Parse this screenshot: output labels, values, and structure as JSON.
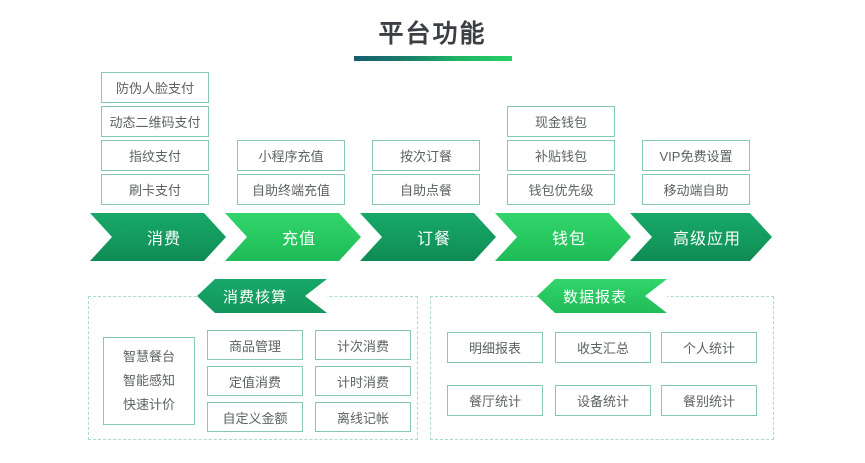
{
  "header": {
    "title": "平台功能",
    "underline_gradient_from": "#165d6e",
    "underline_gradient_to": "#26d165"
  },
  "theme": {
    "dark_green": "#139a5e",
    "light_green": "#27c85f",
    "box_border": "#86c9b0",
    "panel_border": "#a9ddc9",
    "box_text": "#5c6360"
  },
  "columns": [
    {
      "step": "消费",
      "step_tone": "dark",
      "features": [
        "防伪人脸支付",
        "动态二维码支付",
        "指纹支付",
        "刷卡支付"
      ]
    },
    {
      "step": "充值",
      "step_tone": "light",
      "features": [
        "小程序充值",
        "自助终端充值"
      ]
    },
    {
      "step": "订餐",
      "step_tone": "dark",
      "features": [
        "按次订餐",
        "自助点餐"
      ]
    },
    {
      "step": "钱包",
      "step_tone": "light",
      "features": [
        "现金钱包",
        "补贴钱包",
        "钱包优先级"
      ]
    },
    {
      "step": "高级应用",
      "step_tone": "dark",
      "features": [
        "VIP免费设置",
        "移动端自助"
      ]
    }
  ],
  "panels": [
    {
      "banner": "消费核算",
      "banner_tone": "dark",
      "multi_box": [
        "智慧餐台",
        "智能感知",
        "快速计价"
      ],
      "grid": [
        [
          "商品管理",
          "计次消费"
        ],
        [
          "定值消费",
          "计时消费"
        ],
        [
          "自定义金额",
          "离线记帐"
        ]
      ]
    },
    {
      "banner": "数据报表",
      "banner_tone": "light",
      "multi_box": [],
      "grid": [
        [
          "明细报表",
          "收支汇总",
          "个人统计"
        ],
        [
          "餐厅统计",
          "设备统计",
          "餐别统计"
        ]
      ]
    }
  ]
}
